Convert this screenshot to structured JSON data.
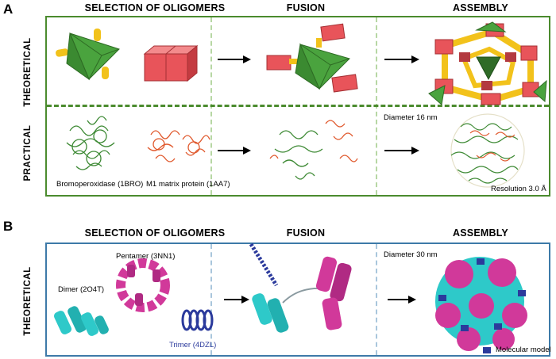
{
  "panelA": {
    "letter": "A",
    "headers": {
      "selection": "SELECTION OF OLIGOMERS",
      "fusion": "FUSION",
      "assembly": "ASSEMBLY"
    },
    "rows": {
      "theoretical": "THEORETICAL",
      "practical": "PRACTICAL"
    },
    "labels": {
      "bromoperoxidase": "Bromoperoxidase (1BRO)",
      "m1_matrix": "M1 matrix protein (1AA7)",
      "diameter": "Diameter 16 nm",
      "resolution": "Resolution 3.0 Å"
    },
    "colors": {
      "border": "#4b8b2e",
      "trimer": "#4aa33e",
      "dimer": "#e8545a",
      "linker": "#f2c21b"
    }
  },
  "panelB": {
    "letter": "B",
    "headers": {
      "selection": "SELECTION OF OLIGOMERS",
      "fusion": "FUSION",
      "assembly": "ASSEMBLY"
    },
    "rows": {
      "theoretical": "THEORETICAL"
    },
    "labels": {
      "pentamer": "Pentamer (3NN1)",
      "dimer": "Dimer (2O4T)",
      "trimer": "Trimer (4DZL)",
      "diameter": "Diameter 30 nm",
      "model": "Molecular model"
    },
    "colors": {
      "border": "#3d7aa8",
      "pentamer": "#d1399a",
      "dimer": "#2ec9c9",
      "trimer": "#2b3a9c"
    }
  }
}
